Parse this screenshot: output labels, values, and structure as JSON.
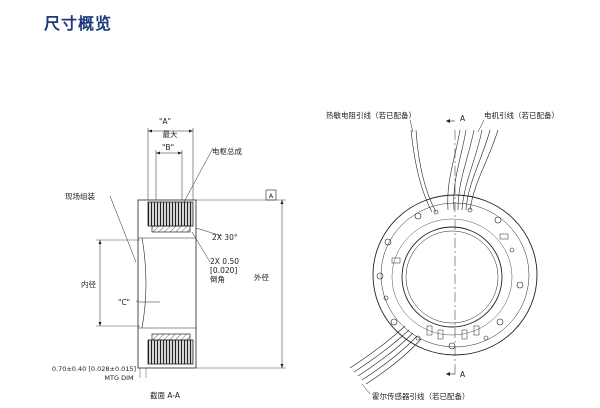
{
  "page": {
    "title": "尺寸概览"
  },
  "section_view": {
    "dim_a": "\"A\"",
    "dim_a_sub": "最大",
    "dim_b": "\"B\"",
    "dim_c": "\"C\"",
    "brush_label": "电枢总成",
    "field_label": "现场组装",
    "angle_label": "2X 30°",
    "chamfer_line1": "2X 0.50",
    "chamfer_line2": "[0.020]",
    "chamfer_line3": "倒角",
    "inner_dia_label": "内径",
    "outer_dia_label": "外径",
    "datum_label": "A",
    "mtg_line1": "0.70±0.40 [0.028±0.015]",
    "mtg_line2": "MTG DIM",
    "caption": "截面 A-A"
  },
  "iso_view": {
    "thermistor_label": "热敏电阻引线（若已配备）",
    "motor_label": "电机引线（若已配备）",
    "hall_label": "霍尔传感器引线（若已配备）",
    "section_mark_top": "A",
    "section_mark_bottom": "A"
  }
}
